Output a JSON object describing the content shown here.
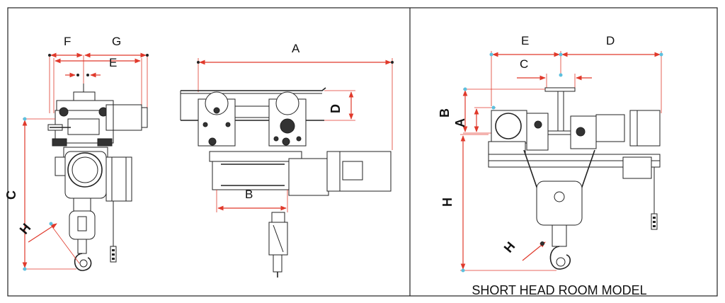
{
  "labels": {
    "p1_F": "F",
    "p1_G": "G",
    "p1_E": "E",
    "p1_C": "C",
    "p1_H": "H",
    "p2_A": "A",
    "p2_B": "B",
    "p2_D": "D",
    "p3_E": "E",
    "p3_D": "D",
    "p3_C": "C",
    "p3_B": "B",
    "p3_A": "A",
    "p3_H": "H",
    "p3_H2": "H"
  },
  "caption": "SHORT HEAD ROOM MODEL"
}
